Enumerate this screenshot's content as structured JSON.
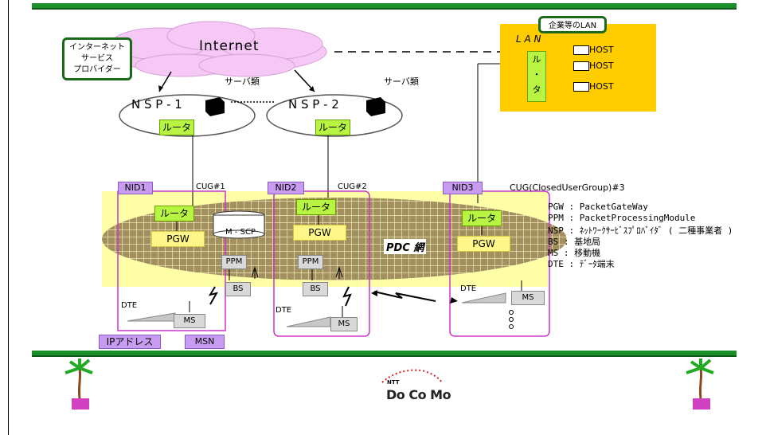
{
  "isp_box": {
    "line1": "インターネット",
    "line2": "サービス",
    "line3": "プロバイダー"
  },
  "internet_label": "Internet",
  "corp_lan": {
    "title": "企業等のLAN",
    "lan_label": "L A N",
    "router_chars": [
      "ル",
      "・",
      "タ"
    ],
    "hosts": [
      "HOST",
      "HOST",
      "HOST"
    ]
  },
  "nsp1": {
    "label": "N S P - 1",
    "servers": "サーバ類",
    "router": "ルータ"
  },
  "nsp2": {
    "label": "N S P - 2",
    "servers": "サーバ類",
    "router": "ルータ"
  },
  "cug1": {
    "nid": "NID1",
    "cug": "CUG#1",
    "router": "ルータ",
    "pgw": "PGW",
    "mscp": "M - SCP",
    "ppm": "PPM",
    "bs": "BS",
    "dte": "DTE",
    "ms": "MS",
    "ip": "IPアドレス",
    "msn": "MSN"
  },
  "cug2": {
    "nid": "NID2",
    "cug": "CUG#2",
    "router": "ルータ",
    "pgw": "PGW",
    "ppm": "PPM",
    "bs": "BS",
    "dte": "DTE",
    "ms": "MS"
  },
  "cug3": {
    "nid": "NID3",
    "cug": "CUG(ClosedUserGroup)#3",
    "router": "ルータ",
    "pgw": "PGW",
    "dte": "DTE",
    "ms": "MS"
  },
  "pdc_label": "PDC 網",
  "legend": [
    "PGW : PacketGateWay",
    "PPM : PacketProcessingModule",
    "NSP : ﾈｯﾄﾜｰｸｻｰﾋﾞｽﾌﾟﾛﾊﾞｲﾀﾞ ( 二種事業者 )",
    "BS : 基地局",
    "MS : 移動機",
    "DTE : ﾃﾞｰﾀ端末"
  ],
  "logo": {
    "small": "NTT",
    "main": "Do Co Mo"
  },
  "colors": {
    "green_bar": "#1a8f2a",
    "router": "#b7f542",
    "nid": "#c89cf0",
    "pgw": "#fff68a",
    "lan_bg": "#ffcc00",
    "internet_cloud": "#f5c8f5",
    "pdc_oval": "#a09060",
    "cug_border": "#cc33cc"
  }
}
